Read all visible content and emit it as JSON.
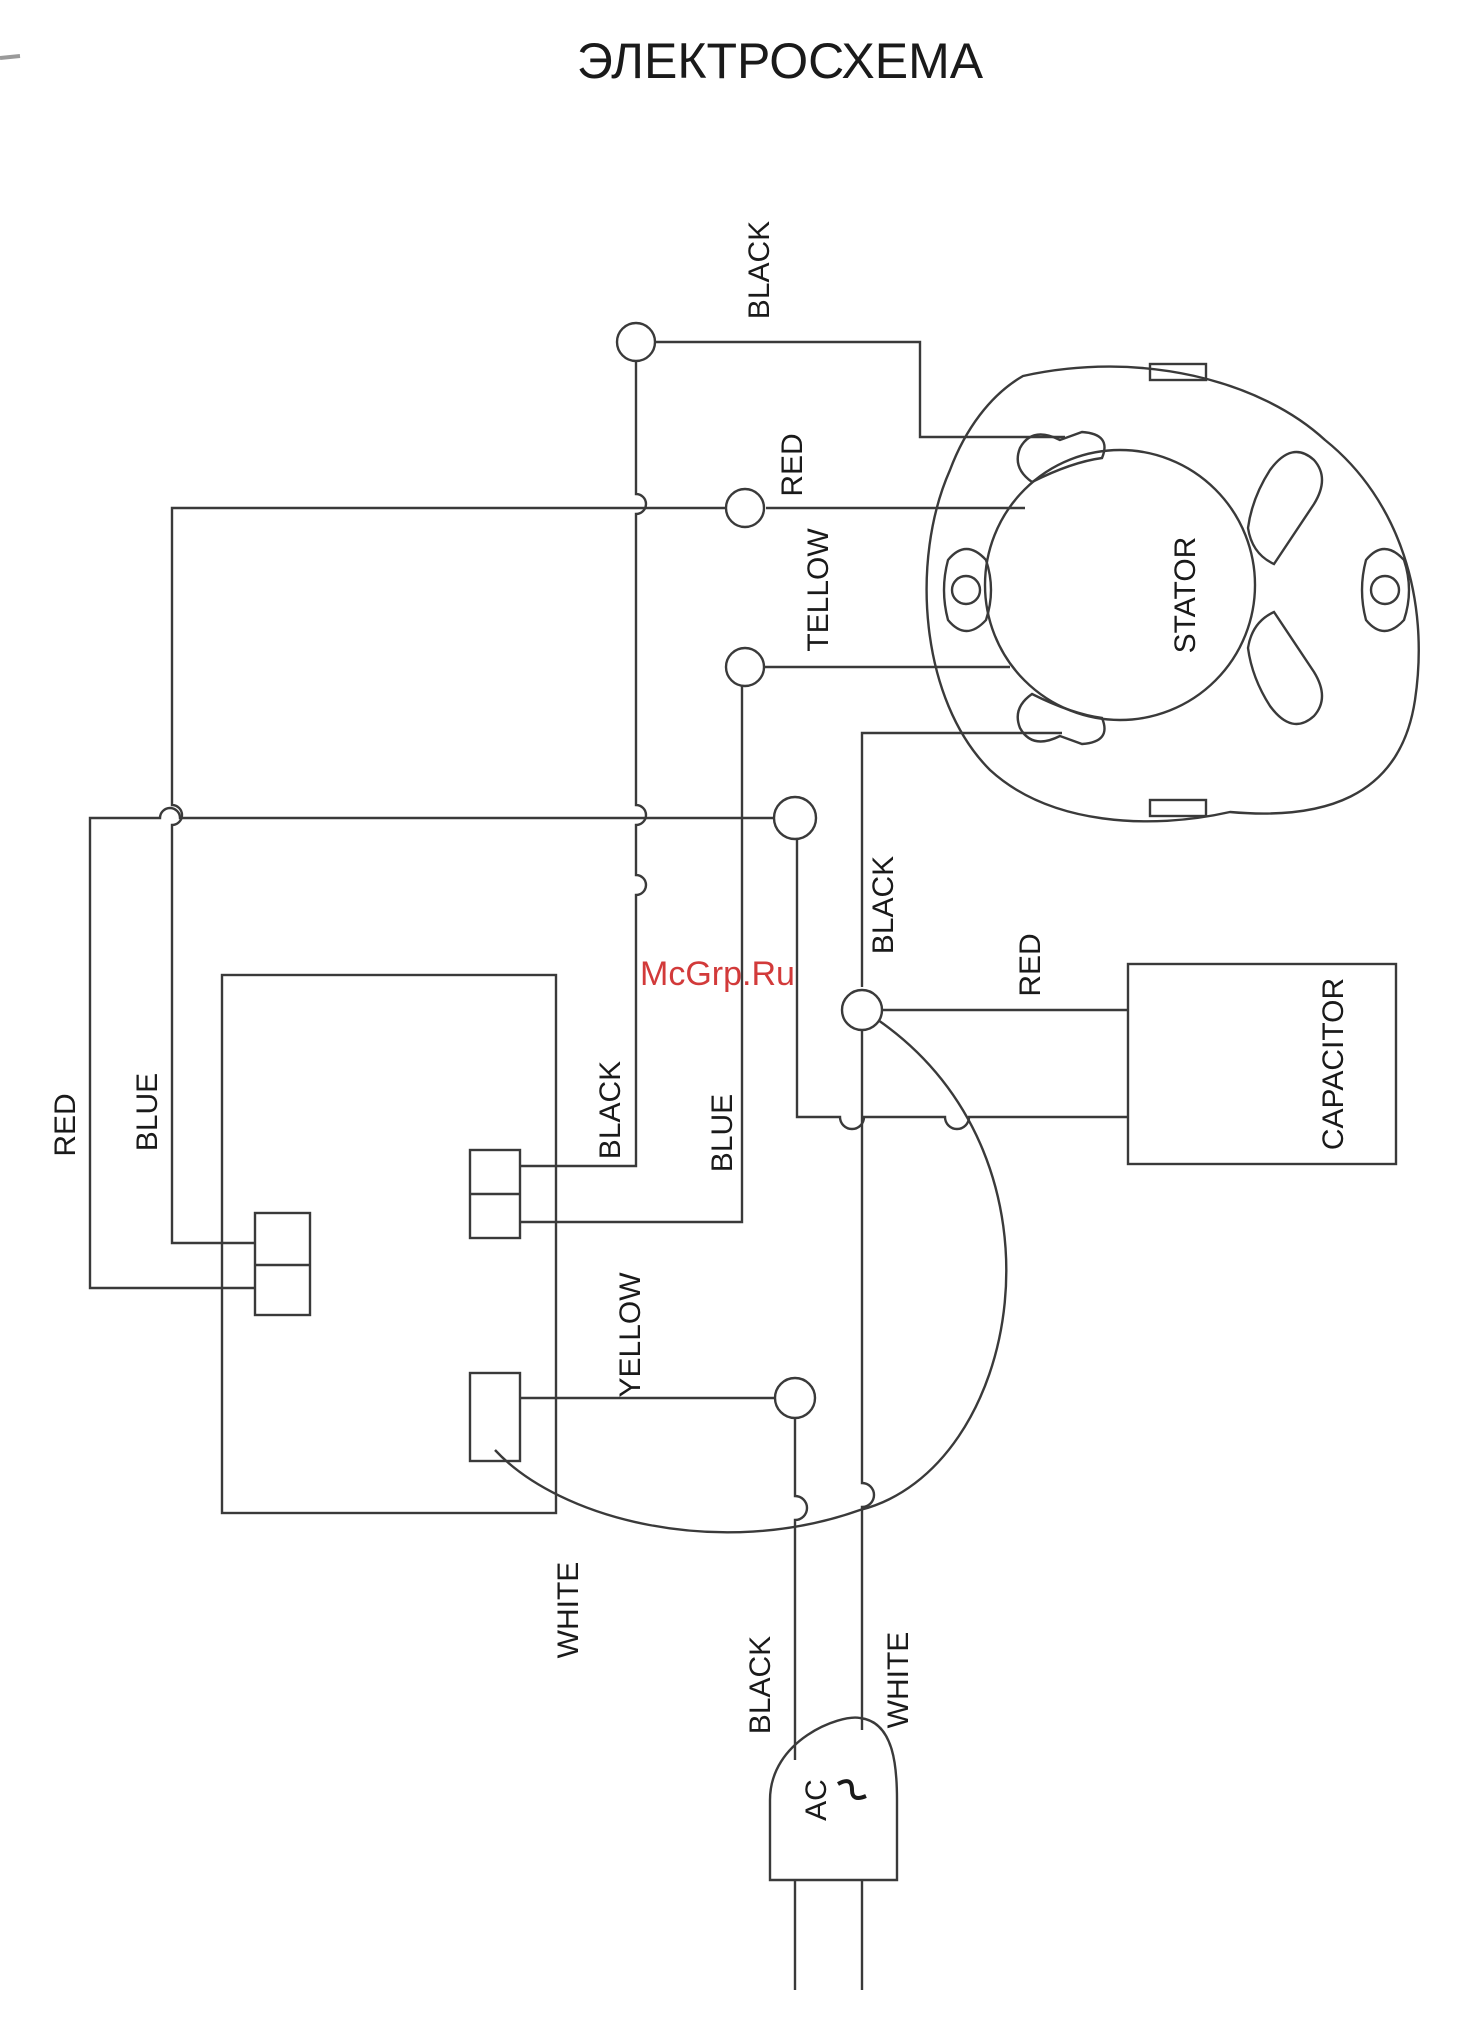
{
  "title": "ЭЛЕКТРОСХЕМА",
  "watermark": "McGrp.Ru",
  "labels": {
    "black_top": "BLACK",
    "red_top": "RED",
    "yellow_top": "TELLOW",
    "stator": "STATOR",
    "black_mid": "BLACK",
    "red_cap": "RED",
    "capacitor": "CAPACITOR",
    "red_left": "RED",
    "blue_left": "BLUE",
    "black_switch": "BLACK",
    "blue_switch": "BLUE",
    "yellow_low": "YELLOW",
    "white_left": "WHITE",
    "black_plug": "BLACK",
    "white_plug": "WHITE",
    "ac": "AC"
  },
  "colors": {
    "line": "#3a3a3a",
    "watermark": "#d23a3a"
  }
}
